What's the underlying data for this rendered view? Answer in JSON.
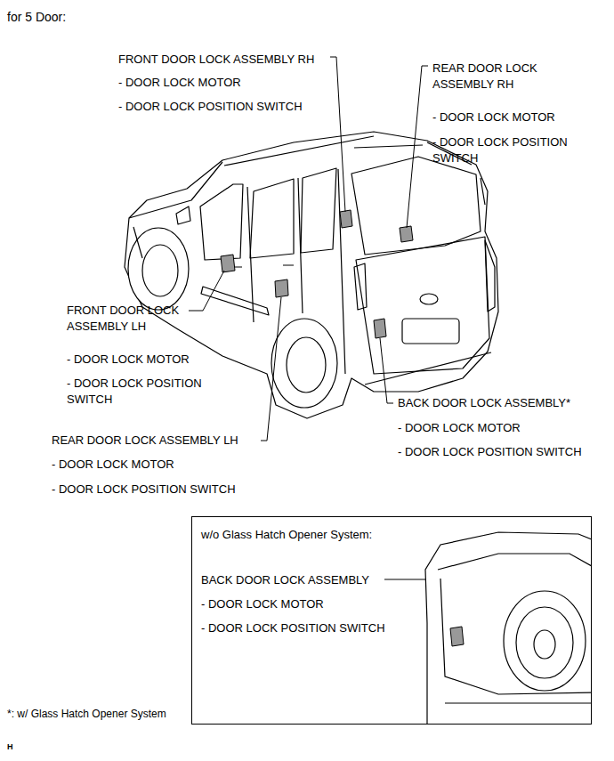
{
  "diagram": {
    "title": "for 5 Door:",
    "nodes": [
      {
        "text": [
          "w/o Glass Hatch Opener System:",
          "BACK DOOR LOCK ASSEMBLY",
          "- DOOR LOCK MOTOR",
          "- DOOR LOCK POSITION SWITCH"
        ]
      }
    ],
    "labels": [
      "FRONT DOOR LOCK ASSEMBLY RH",
      "- DOOR LOCK MOTOR",
      "- DOOR LOCK POSITION SWITCH",
      "REAR DOOR LOCK ASSEMBLY RH",
      "- DOOR LOCK MOTOR",
      "- DOOR LOCK POSITION SWITCH",
      "FRONT DOOR LOCK ASSEMBLY LH",
      "- DOOR LOCK MOTOR",
      "- DOOR LOCK POSITION SWITCH",
      "REAR DOOR LOCK ASSEMBLY LH",
      "- DOOR LOCK MOTOR",
      "- DOOR LOCK POSITION SWITCH",
      "BACK DOOR LOCK ASSEMBLY*",
      "- DOOR LOCK MOTOR",
      "- DOOR LOCK POSITION SWITCH",
      "*: w/ Glass Hatch Opener System",
      "H"
    ]
  }
}
